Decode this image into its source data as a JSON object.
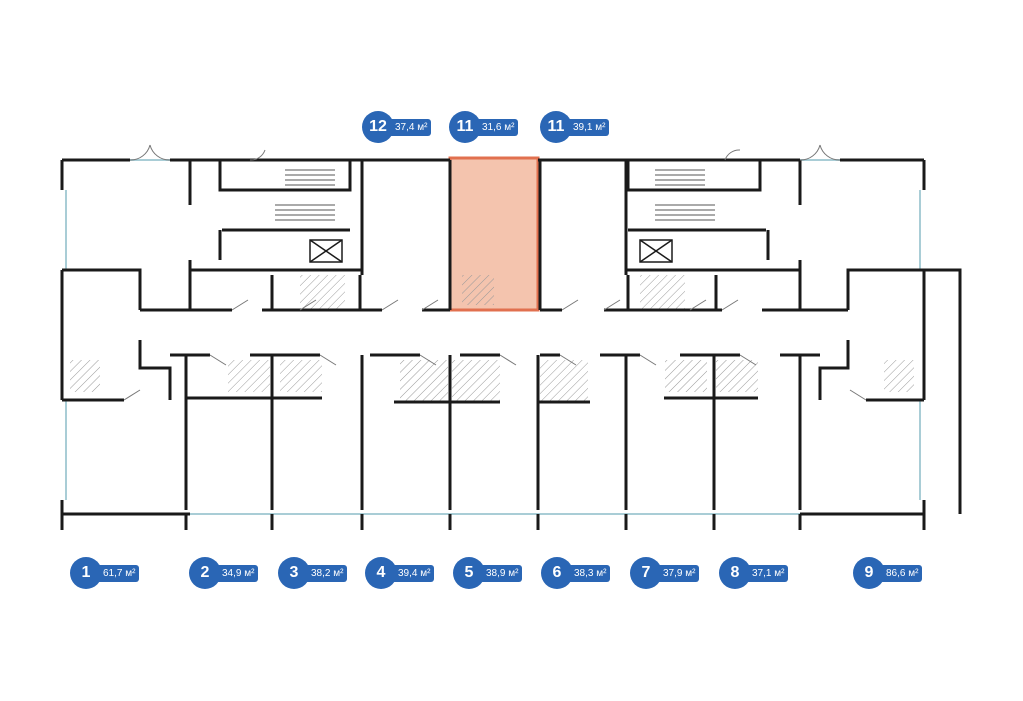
{
  "colors": {
    "badge": "#2a66b5",
    "wall": "#1a1a1a",
    "glazing": "#a9cdd6",
    "selected_fill": "#f4c4ae",
    "selected_border": "#e1704f",
    "hatch": "#9a9a9a"
  },
  "floor_plan": {
    "selected_unit": "11 (31,6 м²)",
    "units_top": [
      {
        "number": "12",
        "area": "37,4 м²"
      },
      {
        "number": "11",
        "area": "31,6 м²"
      },
      {
        "number": "11",
        "area": "39,1 м²"
      }
    ],
    "units_bottom": [
      {
        "number": "1",
        "area": "61,7 м²"
      },
      {
        "number": "2",
        "area": "34,9 м²"
      },
      {
        "number": "3",
        "area": "38,2 м²"
      },
      {
        "number": "4",
        "area": "39,4 м²"
      },
      {
        "number": "5",
        "area": "38,9 м²"
      },
      {
        "number": "6",
        "area": "38,3 м²"
      },
      {
        "number": "7",
        "area": "37,9 м²"
      },
      {
        "number": "8",
        "area": "37,1 м²"
      },
      {
        "number": "9",
        "area": "86,6 м²"
      }
    ]
  }
}
